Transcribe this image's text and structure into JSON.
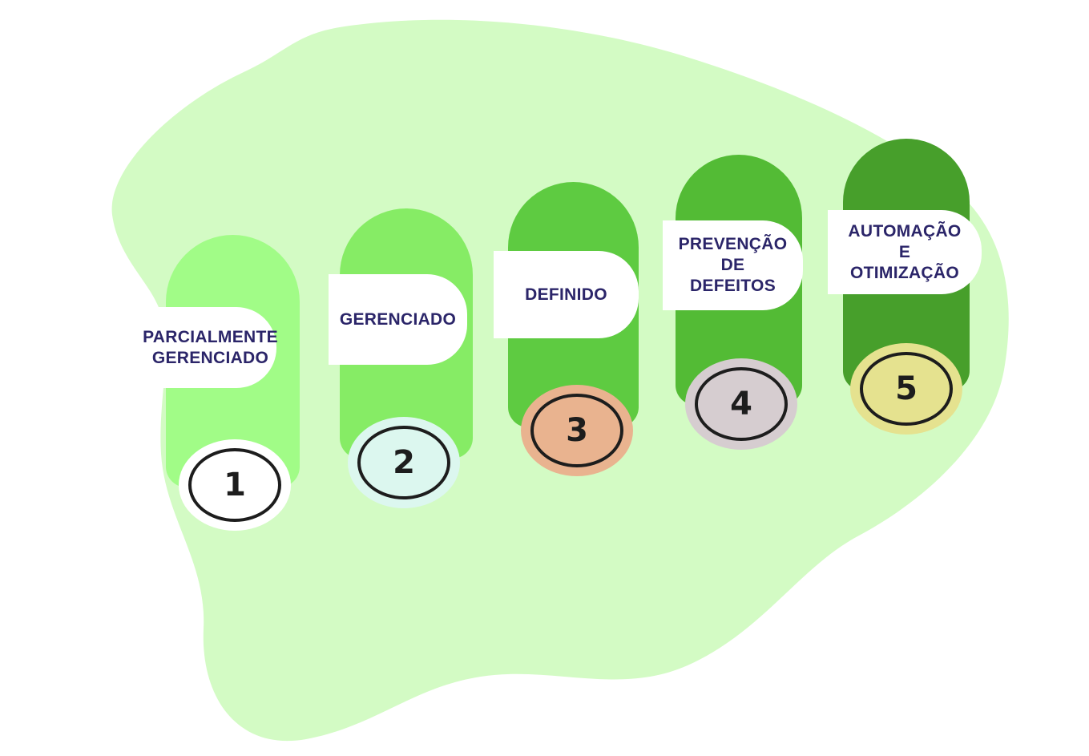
{
  "diagram": {
    "type": "maturity-levels",
    "language": "pt-BR",
    "background_color": "#ffffff",
    "blob_color": "#d3fbc4",
    "label_text_color": "#2b2569",
    "circle_ring_color": "#1d1d1d",
    "number_color": "#1d1d1d"
  },
  "levels": [
    {
      "number": "1",
      "label": "PARCIALMENTE\nGERENCIADO",
      "pill_color": "#a1fc87",
      "circle_color": "#ffffff"
    },
    {
      "number": "2",
      "label": "GERENCIADO",
      "pill_color": "#86ec65",
      "circle_color": "#dcf7ef"
    },
    {
      "number": "3",
      "label": "DEFINIDO",
      "pill_color": "#5ecb41",
      "circle_color": "#e9b38f"
    },
    {
      "number": "4",
      "label": "PREVENÇÃO\nDE\nDEFEITOS",
      "pill_color": "#53bb35",
      "circle_color": "#d6cdd0"
    },
    {
      "number": "5",
      "label": "AUTOMAÇÃO\nE\nOTIMIZAÇÃO",
      "pill_color": "#479f2b",
      "circle_color": "#e5e28f"
    }
  ]
}
